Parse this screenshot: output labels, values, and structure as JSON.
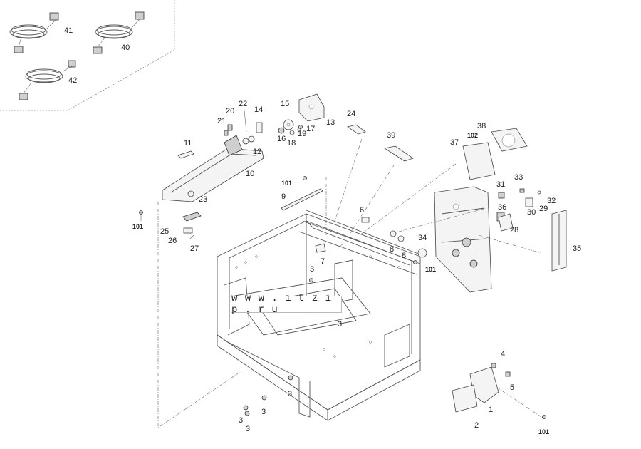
{
  "diagram": {
    "type": "exploded parts view",
    "watermark": "w w w . i t z i p . r u",
    "callouts": {
      "c1": "1",
      "c2": "2",
      "c3": "3",
      "c4": "4",
      "c5": "5",
      "c6": "6",
      "c7": "7",
      "c8": "8",
      "c9": "9",
      "c10": "10",
      "c11": "11",
      "c12": "12",
      "c13": "13",
      "c14": "14",
      "c15": "15",
      "c16": "16",
      "c17": "17",
      "c18": "18",
      "c19": "19",
      "c20": "20",
      "c21": "21",
      "c22": "22",
      "c23": "23",
      "c24": "24",
      "c25": "25",
      "c26": "26",
      "c27": "27",
      "c28": "28",
      "c29": "29",
      "c30": "30",
      "c31": "31",
      "c32": "32",
      "c33": "33",
      "c34": "34",
      "c35": "35",
      "c36": "36",
      "c37": "37",
      "c38": "38",
      "c39": "39",
      "c40": "40",
      "c41": "41",
      "c42": "42",
      "c101": "101",
      "c102": "102"
    }
  }
}
